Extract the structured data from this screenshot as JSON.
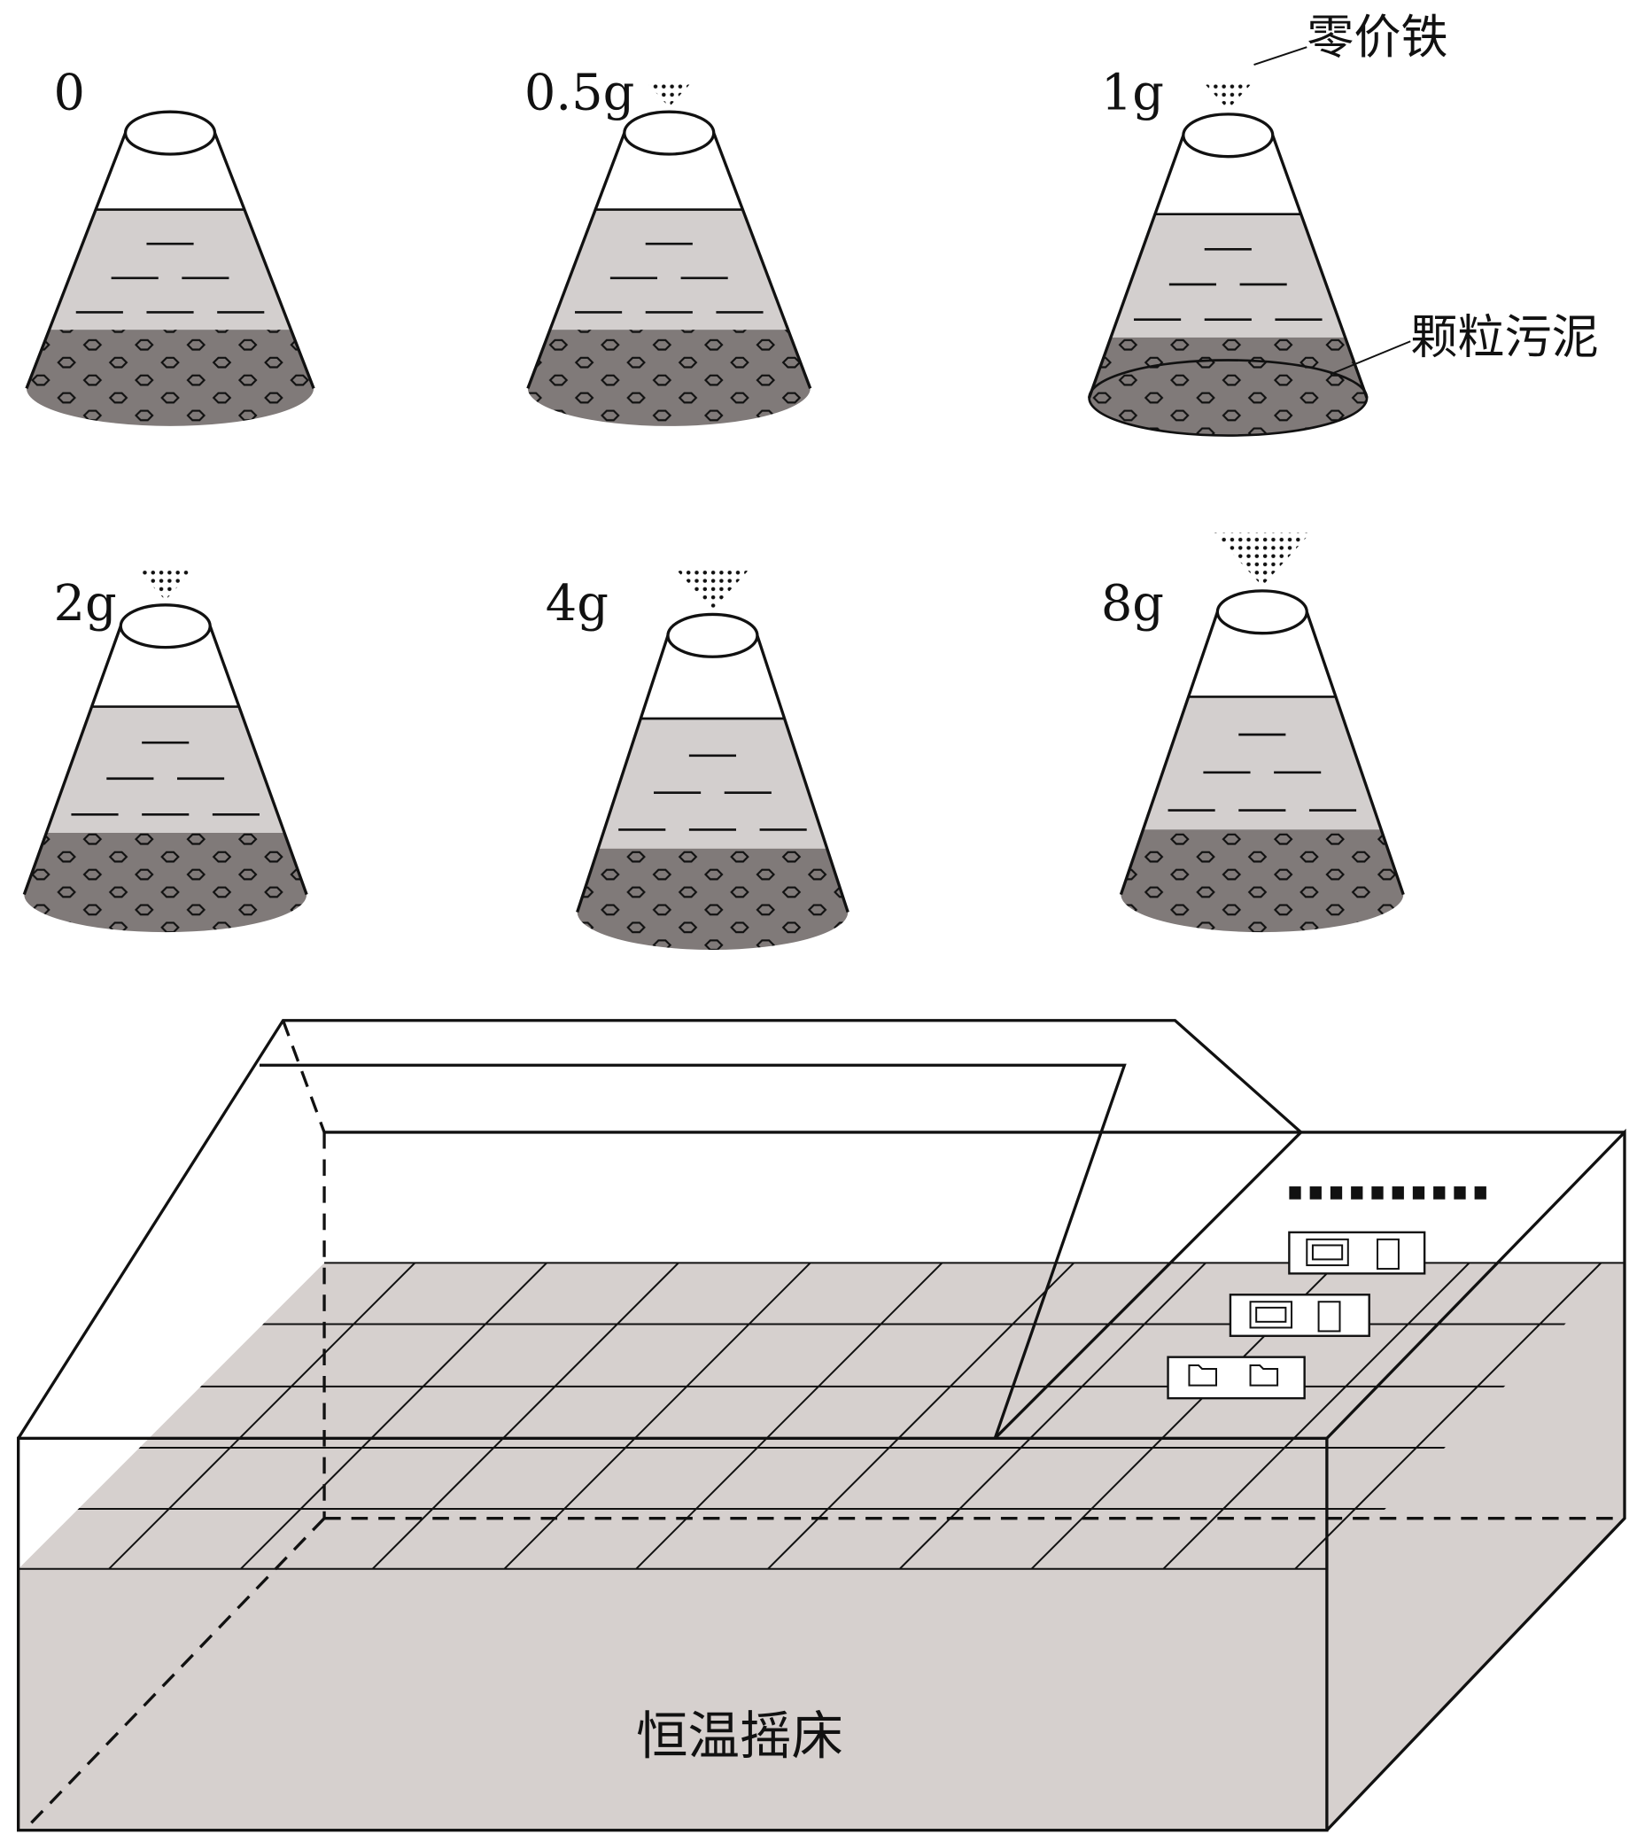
{
  "flasks": [
    {
      "label": "0",
      "iron_g": 0
    },
    {
      "label": "0.5g",
      "iron_g": 0.5
    },
    {
      "label": "1g",
      "iron_g": 1
    },
    {
      "label": "2g",
      "iron_g": 2
    },
    {
      "label": "4g",
      "iron_g": 4
    },
    {
      "label": "8g",
      "iron_g": 8
    }
  ],
  "annotations": {
    "iron": "零价铁",
    "sludge": "颗粒污泥",
    "shaker": "恒温摇床"
  },
  "colors": {
    "liquid": "#d3cfce",
    "sludge": "#807a79",
    "shaker": "#d6d0ce",
    "line": "#111111"
  }
}
